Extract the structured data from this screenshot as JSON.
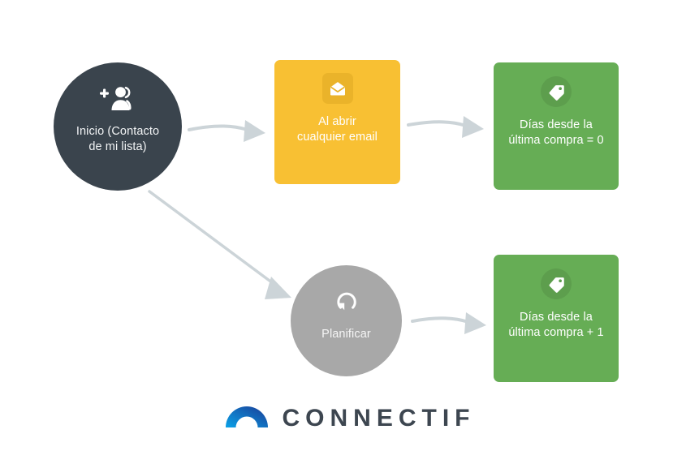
{
  "diagram": {
    "type": "workflow-flowchart",
    "background_color": "#ffffff",
    "nodes": [
      {
        "id": "start",
        "shape": "circle",
        "label": "Inicio (Contacto\nde mi lista)",
        "color": "#3a444d",
        "icon": "person-add-icon"
      },
      {
        "id": "email",
        "shape": "rounded-square",
        "label": "Al abrir\ncualquier email",
        "color": "#f8c033",
        "icon_badge_color": "#eab32a",
        "icon": "open-envelope-icon"
      },
      {
        "id": "tag-zero",
        "shape": "rounded-square",
        "label": "Días desde la\núltima compra = 0",
        "color": "#66ad55",
        "icon_badge_color": "#5d9e4d",
        "icon": "tag-icon"
      },
      {
        "id": "schedule",
        "shape": "circle",
        "label": "Planificar",
        "color": "#a8a8a8",
        "icon": "refresh-rotate-icon"
      },
      {
        "id": "tag-plus",
        "shape": "rounded-square",
        "label": "Días desde la\núltima compra + 1",
        "color": "#66ad55",
        "icon_badge_color": "#5d9e4d",
        "icon": "tag-icon"
      }
    ],
    "connectors": [
      {
        "from": "start",
        "to": "email",
        "style": "curved-arrow",
        "color": "#ccd4d8"
      },
      {
        "from": "email",
        "to": "tag-zero",
        "style": "curved-arrow",
        "color": "#ccd4d8"
      },
      {
        "from": "start",
        "to": "schedule",
        "style": "straight-diagonal-arrow",
        "color": "#ccd4d8"
      },
      {
        "from": "schedule",
        "to": "tag-plus",
        "style": "curved-arrow",
        "color": "#ccd4d8"
      }
    ]
  },
  "logo": {
    "wordmark": "CONNECTIF",
    "mark": "arch-icon",
    "mark_gradient_from": "#0aa2e8",
    "mark_gradient_to": "#1b3c96",
    "wordmark_color": "#3d4650"
  }
}
